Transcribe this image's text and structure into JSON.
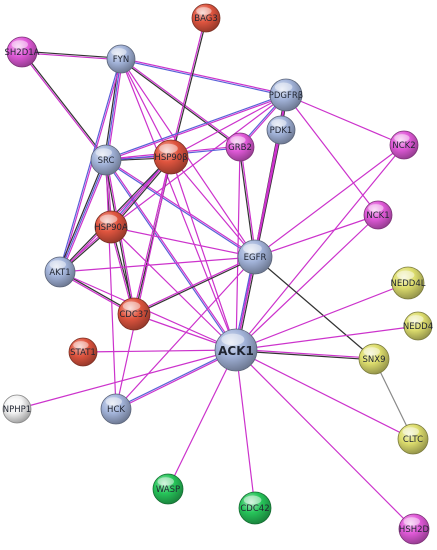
{
  "colors": {
    "red": "#e0553f",
    "pink": "#e15ad9",
    "blue": "#a3b4da",
    "yellow": "#dede6e",
    "green": "#27c55a",
    "white": "#f2f2f2",
    "edge_magenta": "#cc33cc",
    "edge_blue": "#5a60d8",
    "edge_dark": "#333333",
    "edge_green": "#4caf50",
    "edge_gray": "#8a8a8a"
  },
  "nodes": [
    {
      "id": "BAG3",
      "label": "BAG3",
      "color": "red"
    },
    {
      "id": "SH2D1A",
      "label": "SH2D1A",
      "color": "pink"
    },
    {
      "id": "FYN",
      "label": "FYN",
      "color": "blue"
    },
    {
      "id": "PDGFRB",
      "label": "PDGFRβ",
      "color": "blue"
    },
    {
      "id": "PDK1",
      "label": "PDK1",
      "color": "blue"
    },
    {
      "id": "NCK2",
      "label": "NCK2",
      "color": "pink"
    },
    {
      "id": "SRC",
      "label": "SRC",
      "color": "blue"
    },
    {
      "id": "HSP90B",
      "label": "HSP90β",
      "color": "red"
    },
    {
      "id": "GRB2",
      "label": "GRB2",
      "color": "pink"
    },
    {
      "id": "NCK1",
      "label": "NCK1",
      "color": "pink"
    },
    {
      "id": "HSP90A",
      "label": "HSP90A",
      "color": "red"
    },
    {
      "id": "EGFR",
      "label": "EGFR",
      "color": "blue"
    },
    {
      "id": "AKT1",
      "label": "AKT1",
      "color": "blue"
    },
    {
      "id": "NEDD4L",
      "label": "NEDD4L",
      "color": "yellow"
    },
    {
      "id": "CDC37",
      "label": "CDC37",
      "color": "red"
    },
    {
      "id": "NEDD4",
      "label": "NEDD4",
      "color": "yellow"
    },
    {
      "id": "STAT1",
      "label": "STAT1",
      "color": "red"
    },
    {
      "id": "ACK1",
      "label": "ACK1",
      "color": "blue",
      "hub": true
    },
    {
      "id": "SNX9",
      "label": "SNX9",
      "color": "yellow"
    },
    {
      "id": "NPHP1",
      "label": "NPHP1",
      "color": "white"
    },
    {
      "id": "HCK",
      "label": "HCK",
      "color": "blue"
    },
    {
      "id": "CLTC",
      "label": "CLTC",
      "color": "yellow"
    },
    {
      "id": "WASP",
      "label": "WASP",
      "color": "green"
    },
    {
      "id": "CDC42",
      "label": "CDC42",
      "color": "green"
    },
    {
      "id": "HSH2D",
      "label": "HSH2D",
      "color": "pink"
    }
  ],
  "edges": [
    {
      "s": "SH2D1A",
      "t": "FYN",
      "kinds": [
        "edge_dark",
        "edge_magenta"
      ]
    },
    {
      "s": "SH2D1A",
      "t": "SRC",
      "kinds": [
        "edge_dark",
        "edge_magenta"
      ]
    },
    {
      "s": "FYN",
      "t": "PDGFRB",
      "kinds": [
        "edge_magenta",
        "edge_blue"
      ]
    },
    {
      "s": "FYN",
      "t": "SRC",
      "kinds": [
        "edge_magenta",
        "edge_blue",
        "edge_dark"
      ]
    },
    {
      "s": "FYN",
      "t": "HSP90B",
      "kinds": [
        "edge_magenta"
      ]
    },
    {
      "s": "FYN",
      "t": "GRB2",
      "kinds": [
        "edge_magenta",
        "edge_dark"
      ]
    },
    {
      "s": "FYN",
      "t": "AKT1",
      "kinds": [
        "edge_magenta",
        "edge_blue"
      ]
    },
    {
      "s": "FYN",
      "t": "EGFR",
      "kinds": [
        "edge_magenta"
      ]
    },
    {
      "s": "FYN",
      "t": "ACK1",
      "kinds": [
        "edge_magenta"
      ]
    },
    {
      "s": "BAG3",
      "t": "HSP90B",
      "kinds": [
        "edge_dark",
        "edge_magenta"
      ]
    },
    {
      "s": "PDGFRB",
      "t": "PDK1",
      "kinds": [
        "edge_dark",
        "edge_magenta"
      ]
    },
    {
      "s": "PDGFRB",
      "t": "NCK2",
      "kinds": [
        "edge_magenta"
      ]
    },
    {
      "s": "PDGFRB",
      "t": "NCK1",
      "kinds": [
        "edge_magenta"
      ]
    },
    {
      "s": "PDGFRB",
      "t": "SRC",
      "kinds": [
        "edge_magenta",
        "edge_blue"
      ]
    },
    {
      "s": "PDGFRB",
      "t": "GRB2",
      "kinds": [
        "edge_magenta",
        "edge_blue"
      ]
    },
    {
      "s": "PDGFRB",
      "t": "HSP90B",
      "kinds": [
        "edge_magenta"
      ]
    },
    {
      "s": "PDGFRB",
      "t": "HSP90A",
      "kinds": [
        "edge_magenta"
      ]
    },
    {
      "s": "PDGFRB",
      "t": "EGFR",
      "kinds": [
        "edge_magenta",
        "edge_dark"
      ]
    },
    {
      "s": "PDGFRB",
      "t": "ACK1",
      "kinds": [
        "edge_magenta"
      ]
    },
    {
      "s": "PDK1",
      "t": "EGFR",
      "kinds": [
        "edge_dark",
        "edge_magenta"
      ]
    },
    {
      "s": "PDK1",
      "t": "ACK1",
      "kinds": [
        "edge_magenta"
      ]
    },
    {
      "s": "SRC",
      "t": "HSP90B",
      "kinds": [
        "edge_magenta",
        "edge_dark"
      ]
    },
    {
      "s": "SRC",
      "t": "GRB2",
      "kinds": [
        "edge_magenta",
        "edge_blue"
      ]
    },
    {
      "s": "SRC",
      "t": "HSP90A",
      "kinds": [
        "edge_magenta",
        "edge_dark"
      ]
    },
    {
      "s": "SRC",
      "t": "AKT1",
      "kinds": [
        "edge_magenta",
        "edge_blue",
        "edge_dark"
      ]
    },
    {
      "s": "SRC",
      "t": "CDC37",
      "kinds": [
        "edge_magenta",
        "edge_dark"
      ]
    },
    {
      "s": "SRC",
      "t": "EGFR",
      "kinds": [
        "edge_magenta",
        "edge_blue"
      ]
    },
    {
      "s": "SRC",
      "t": "ACK1",
      "kinds": [
        "edge_magenta",
        "edge_blue"
      ]
    },
    {
      "s": "SRC",
      "t": "HCK",
      "kinds": [
        "edge_magenta"
      ]
    },
    {
      "s": "HSP90B",
      "t": "HSP90A",
      "kinds": [
        "edge_dark",
        "edge_magenta",
        "edge_blue"
      ]
    },
    {
      "s": "HSP90B",
      "t": "AKT1",
      "kinds": [
        "edge_magenta",
        "edge_dark"
      ]
    },
    {
      "s": "HSP90B",
      "t": "CDC37",
      "kinds": [
        "edge_dark",
        "edge_magenta"
      ]
    },
    {
      "s": "HSP90B",
      "t": "EGFR",
      "kinds": [
        "edge_magenta"
      ]
    },
    {
      "s": "HSP90B",
      "t": "ACK1",
      "kinds": [
        "edge_magenta"
      ]
    },
    {
      "s": "HSP90B",
      "t": "HCK",
      "kinds": [
        "edge_magenta"
      ]
    },
    {
      "s": "GRB2",
      "t": "EGFR",
      "kinds": [
        "edge_magenta",
        "edge_dark"
      ]
    },
    {
      "s": "GRB2",
      "t": "ACK1",
      "kinds": [
        "edge_magenta"
      ]
    },
    {
      "s": "NCK2",
      "t": "EGFR",
      "kinds": [
        "edge_magenta"
      ]
    },
    {
      "s": "NCK2",
      "t": "ACK1",
      "kinds": [
        "edge_magenta"
      ]
    },
    {
      "s": "NCK1",
      "t": "EGFR",
      "kinds": [
        "edge_magenta"
      ]
    },
    {
      "s": "NCK1",
      "t": "ACK1",
      "kinds": [
        "edge_magenta"
      ]
    },
    {
      "s": "HSP90A",
      "t": "AKT1",
      "kinds": [
        "edge_dark",
        "edge_magenta"
      ]
    },
    {
      "s": "HSP90A",
      "t": "CDC37",
      "kinds": [
        "edge_dark",
        "edge_magenta"
      ]
    },
    {
      "s": "HSP90A",
      "t": "EGFR",
      "kinds": [
        "edge_magenta"
      ]
    },
    {
      "s": "HSP90A",
      "t": "ACK1",
      "kinds": [
        "edge_magenta"
      ]
    },
    {
      "s": "AKT1",
      "t": "EGFR",
      "kinds": [
        "edge_magenta"
      ]
    },
    {
      "s": "AKT1",
      "t": "CDC37",
      "kinds": [
        "edge_dark",
        "edge_magenta"
      ]
    },
    {
      "s": "AKT1",
      "t": "ACK1",
      "kinds": [
        "edge_magenta"
      ]
    },
    {
      "s": "CDC37",
      "t": "EGFR",
      "kinds": [
        "edge_magenta",
        "edge_dark"
      ]
    },
    {
      "s": "CDC37",
      "t": "ACK1",
      "kinds": [
        "edge_magenta"
      ]
    },
    {
      "s": "EGFR",
      "t": "ACK1",
      "kinds": [
        "edge_dark",
        "edge_magenta",
        "edge_blue"
      ]
    },
    {
      "s": "EGFR",
      "t": "SNX9",
      "kinds": [
        "edge_dark"
      ]
    },
    {
      "s": "EGFR",
      "t": "HCK",
      "kinds": [
        "edge_magenta"
      ]
    },
    {
      "s": "STAT1",
      "t": "ACK1",
      "kinds": [
        "edge_magenta"
      ]
    },
    {
      "s": "ACK1",
      "t": "NEDD4L",
      "kinds": [
        "edge_magenta"
      ]
    },
    {
      "s": "ACK1",
      "t": "NEDD4",
      "kinds": [
        "edge_magenta"
      ]
    },
    {
      "s": "ACK1",
      "t": "SNX9",
      "kinds": [
        "edge_magenta",
        "edge_dark"
      ]
    },
    {
      "s": "ACK1",
      "t": "NPHP1",
      "kinds": [
        "edge_magenta"
      ]
    },
    {
      "s": "ACK1",
      "t": "HCK",
      "kinds": [
        "edge_magenta",
        "edge_blue"
      ]
    },
    {
      "s": "ACK1",
      "t": "CLTC",
      "kinds": [
        "edge_magenta"
      ]
    },
    {
      "s": "ACK1",
      "t": "WASP",
      "kinds": [
        "edge_magenta"
      ]
    },
    {
      "s": "ACK1",
      "t": "CDC42",
      "kinds": [
        "edge_magenta"
      ]
    },
    {
      "s": "ACK1",
      "t": "HSH2D",
      "kinds": [
        "edge_magenta"
      ]
    },
    {
      "s": "SNX9",
      "t": "CLTC",
      "kinds": [
        "edge_gray"
      ]
    }
  ]
}
